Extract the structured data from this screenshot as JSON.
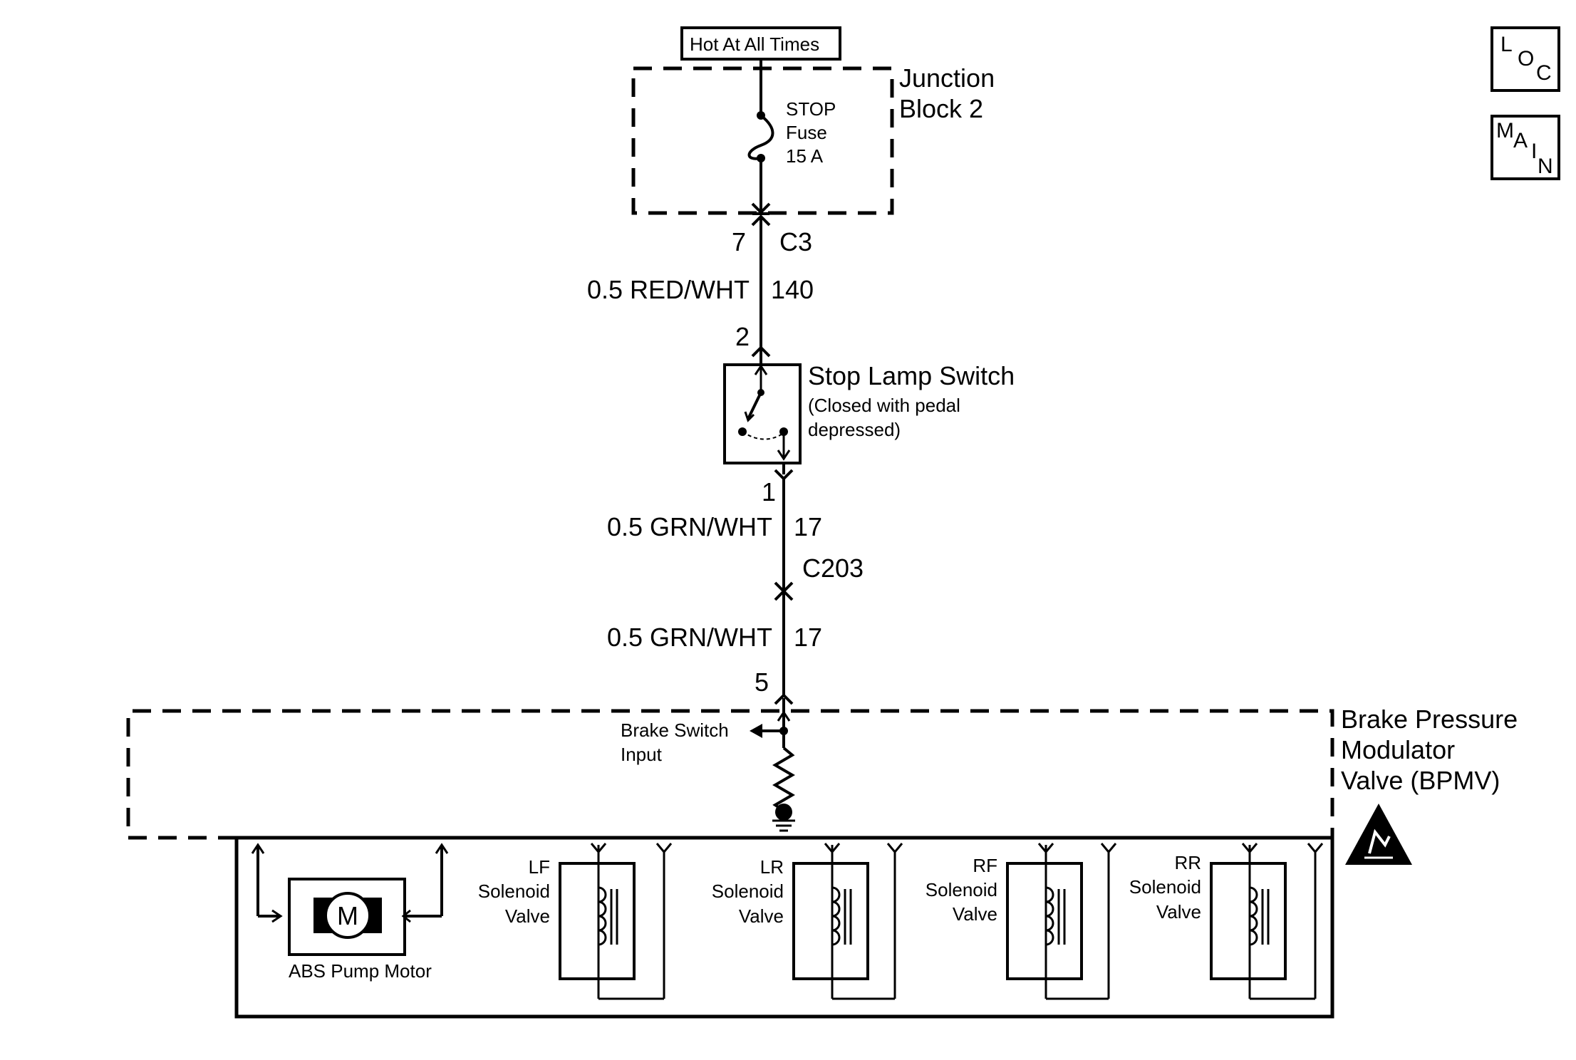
{
  "header": {
    "power_label": "Hot At All Times",
    "loc_letters": [
      "L",
      "O",
      "C"
    ],
    "main_letters": [
      "M",
      "A",
      "I",
      "N"
    ]
  },
  "junction_block": {
    "name_line1": "Junction",
    "name_line2": "Block 2",
    "fuse_line1": "STOP",
    "fuse_line2": "Fuse",
    "fuse_line3": "15 A",
    "pin": "7",
    "connector": "C3"
  },
  "wire1": {
    "gauge_color": "0.5 RED/WHT",
    "circuit": "140"
  },
  "stop_lamp_switch": {
    "name": "Stop Lamp Switch",
    "note_line1": "(Closed with pedal",
    "note_line2": "depressed)",
    "pin_in": "2",
    "pin_out": "1"
  },
  "wire2": {
    "gauge_color": "0.5 GRN/WHT",
    "circuit": "17"
  },
  "inline_connector": "C203",
  "wire3": {
    "gauge_color": "0.5 GRN/WHT",
    "circuit": "17"
  },
  "bpmv": {
    "pin": "5",
    "name_line1": "Brake Pressure",
    "name_line2": "Modulator",
    "name_line3": "Valve (BPMV)",
    "input_line1": "Brake Switch",
    "input_line2": "Input",
    "motor_symbol": "M",
    "motor_label": "ABS Pump Motor",
    "solenoids": [
      {
        "pos": "LF",
        "line2": "Solenoid",
        "line3": "Valve"
      },
      {
        "pos": "LR",
        "line2": "Solenoid",
        "line3": "Valve"
      },
      {
        "pos": "RF",
        "line2": "Solenoid",
        "line3": "Valve"
      },
      {
        "pos": "RR",
        "line2": "Solenoid",
        "line3": "Valve"
      }
    ],
    "esd_icon": "esd-warning-icon"
  }
}
